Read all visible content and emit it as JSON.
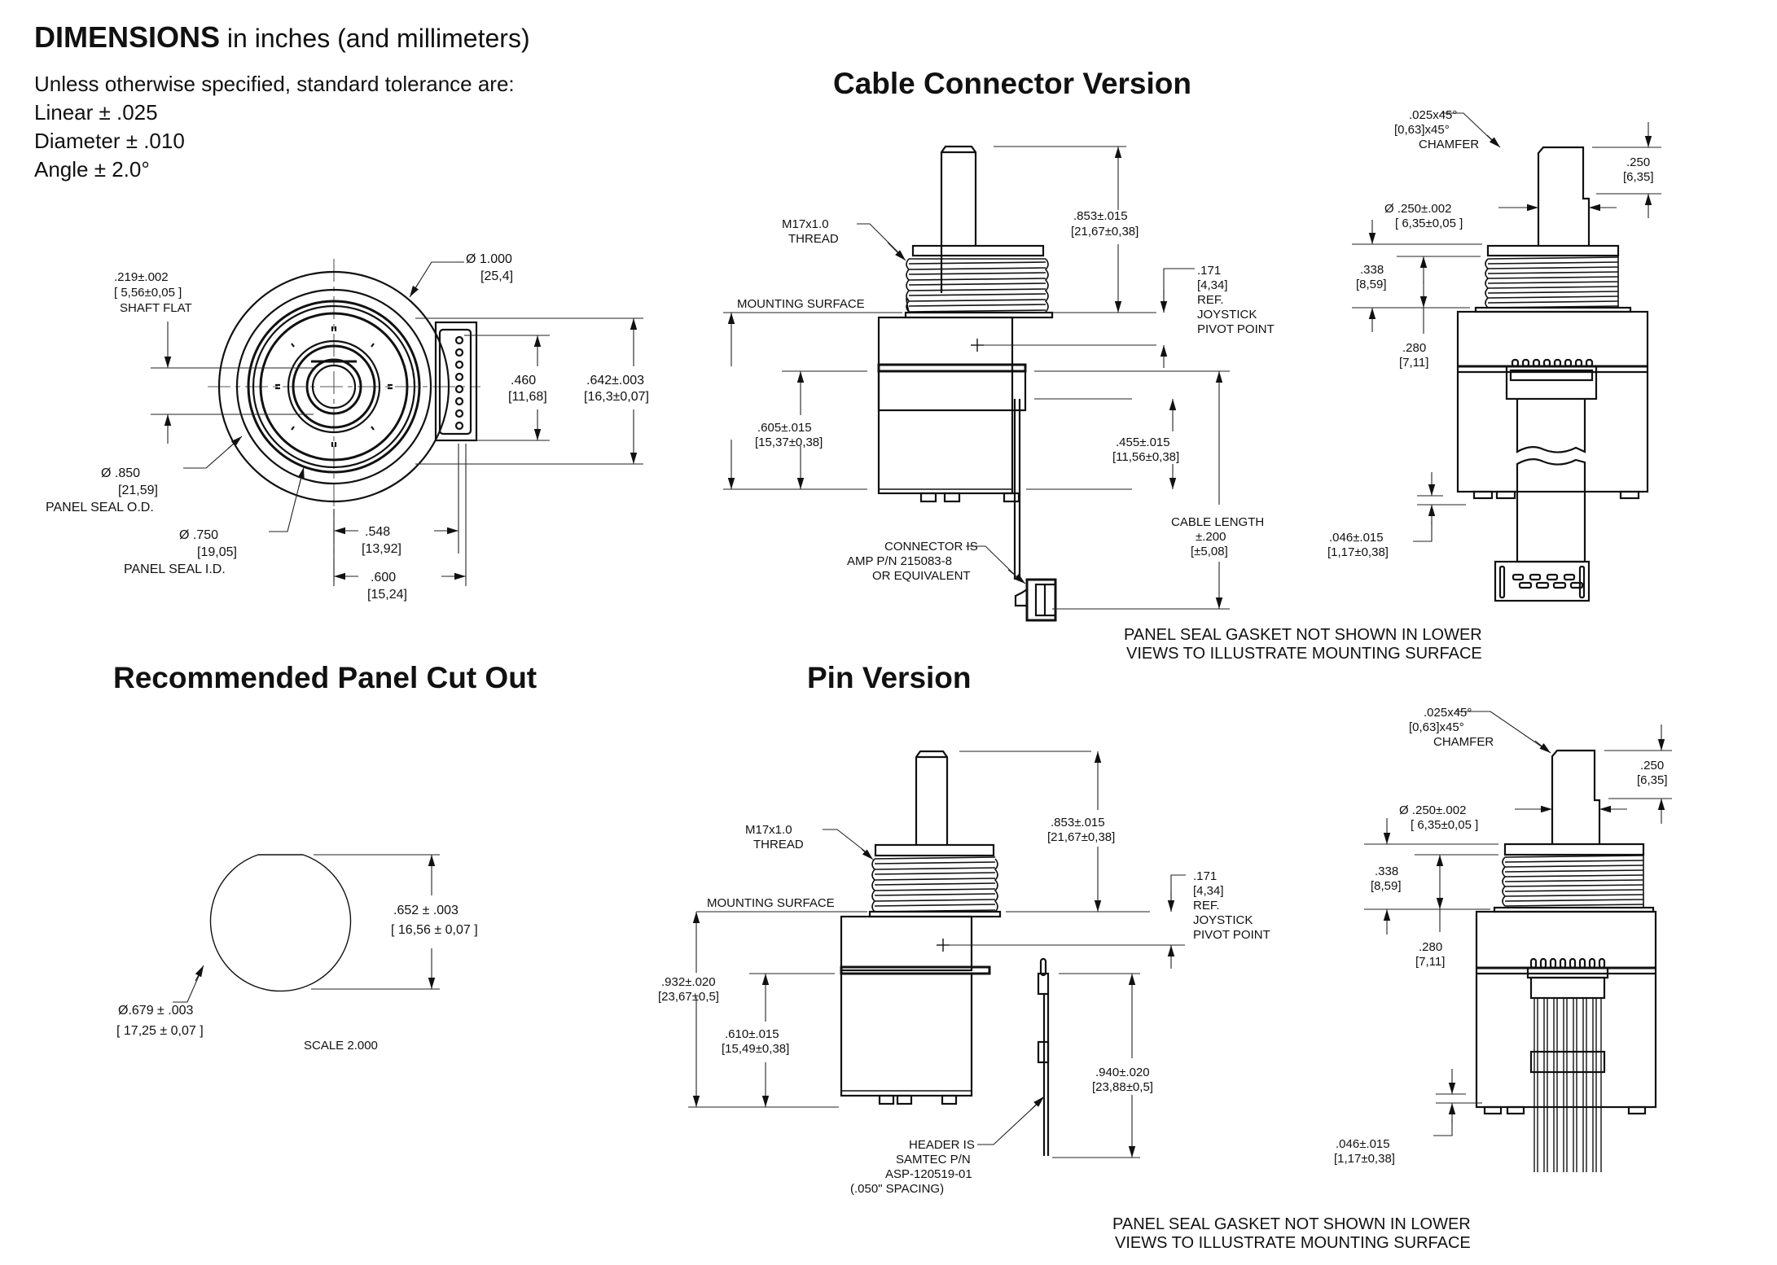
{
  "header": {
    "title_bold": "DIMENSIONS",
    "title_rest": " in inches (and millimeters)",
    "tolerance_intro": "Unless otherwise specified, standard tolerance are:",
    "tolerances": [
      "Linear ± .025",
      "Diameter ± .010",
      "Angle ± 2.0°"
    ]
  },
  "front_view": {
    "shaft_flat": [
      ".219±.002",
      "[ 5,56±0,05    ]",
      "SHAFT FLAT"
    ],
    "dia_1000": [
      "Ø 1.000",
      "[25,4]"
    ],
    "dim_460": [
      ".460",
      "[11,68]"
    ],
    "dim_642": [
      ".642±.003",
      "[16,3±0,07]"
    ],
    "panel_seal_od": [
      "Ø .850",
      "[21,59]",
      "PANEL SEAL O.D."
    ],
    "panel_seal_id": [
      "Ø .750",
      "[19,05]",
      "PANEL SEAL I.D."
    ],
    "dim_548": [
      ".548",
      "[13,92]"
    ],
    "dim_600": [
      ".600",
      "[15,24]"
    ]
  },
  "cable_version": {
    "title": "Cable Connector Version",
    "thread": [
      "M17x1.0",
      "THREAD"
    ],
    "mounting_surface": "MOUNTING SURFACE",
    "dim_853": [
      ".853±.015",
      "[21,67±0,38]"
    ],
    "pivot": [
      ".171",
      "[4,34]",
      "REF.",
      "JOYSTICK",
      "PIVOT POINT"
    ],
    "dim_605": [
      ".605±.015",
      "[15,37±0,38]"
    ],
    "dim_455": [
      ".455±.015",
      "[11,56±0,38]"
    ],
    "cable_length": [
      "CABLE LENGTH",
      "±.200",
      "[±5,08]"
    ],
    "connector": [
      "CONNECTOR IS",
      "AMP P/N 215083-8",
      "OR EQUIVALENT"
    ]
  },
  "cable_side": {
    "chamfer": [
      ".025x45°",
      "[0,63]x45°",
      "CHAMFER"
    ],
    "dim_250": [
      ".250",
      "[6,35]"
    ],
    "shaft_dia": [
      "Ø .250±.002",
      "[ 6,35±0,05    ]"
    ],
    "dim_338": [
      ".338",
      "[8,59]"
    ],
    "dim_280": [
      ".280",
      "[7,11]"
    ],
    "dim_046": [
      ".046±.015",
      "[1,17±0,38]"
    ],
    "note": [
      "PANEL SEAL GASKET NOT SHOWN IN LOWER",
      "VIEWS TO ILLUSTRATE MOUNTING SURFACE"
    ]
  },
  "cutout": {
    "title": "Recommended Panel Cut Out",
    "dim_652": [
      ".652 ± .003",
      "[ 16,56 ± 0,07 ]"
    ],
    "dia_679": [
      "Ø.679 ± .003",
      "[ 17,25 ± 0,07 ]"
    ],
    "scale": "SCALE 2.000"
  },
  "pin_version": {
    "title": "Pin Version",
    "thread": [
      "M17x1.0",
      "THREAD"
    ],
    "mounting_surface": "MOUNTING SURFACE",
    "dim_853": [
      ".853±.015",
      "[21,67±0,38]"
    ],
    "pivot": [
      ".171",
      "[4,34]",
      "REF.",
      "JOYSTICK",
      "PIVOT POINT"
    ],
    "dim_932": [
      ".932±.020",
      "[23,67±0,5]"
    ],
    "dim_610": [
      ".610±.015",
      "[15,49±0,38]"
    ],
    "dim_940": [
      ".940±.020",
      "[23,88±0,5]"
    ],
    "header": [
      "HEADER IS",
      "SAMTEC P/N",
      "ASP-120519-01",
      "(.050\" SPACING)"
    ]
  },
  "pin_side": {
    "chamfer": [
      ".025x45°",
      "[0,63]x45°",
      "CHAMFER"
    ],
    "dim_250": [
      ".250",
      "[6,35]"
    ],
    "shaft_dia": [
      "Ø .250±.002",
      "[ 6,35±0,05    ]"
    ],
    "dim_338": [
      ".338",
      "[8,59]"
    ],
    "dim_280": [
      ".280",
      "[7,11]"
    ],
    "dim_046": [
      ".046±.015",
      "[1,17±0,38]"
    ],
    "note": [
      "PANEL SEAL GASKET NOT SHOWN IN LOWER",
      "VIEWS TO ILLUSTRATE MOUNTING SURFACE"
    ]
  }
}
